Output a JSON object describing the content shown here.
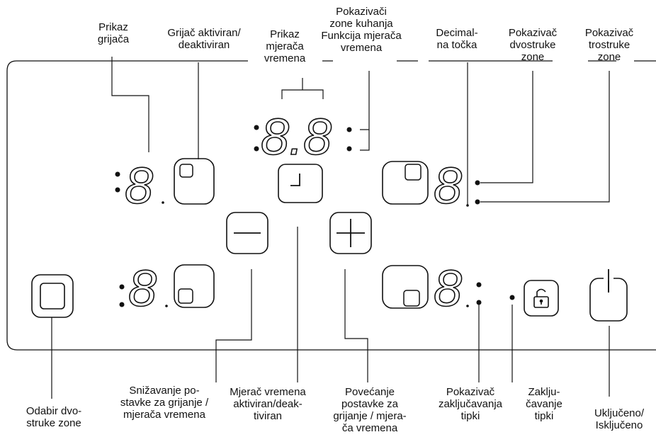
{
  "labels": {
    "prikaz_grijaca": "Prikaz\ngrijača",
    "grijac_aktiviran": "Grijač aktiviran/\ndeaktiviran",
    "prikaz_mjeraca": "Prikaz\nmjerača\nvremena",
    "pokazivaci_zone": "Pokazivači\nzone kuhanja\nFunkcija mjerača\nvremena",
    "decimalna_tocka": "Decimal-\nna točka",
    "pokazivac_dvostruke": "Pokazivač\ndvostruke\nzone",
    "pokazivac_trostruke": "Pokazivač\ntrostruke\nzone",
    "odabir_dvostruke": "Odabir dvo-\nstruke zone",
    "snizavanje": "Snižavanje po-\nstavke za grijanje /\nmjerača vremena",
    "mjerac_aktiviran": "Mjerač vremena\naktiviran/deak-\ntiviran",
    "povecanje": "Povećanje\npostavke za\ngrijanje / mjera-\nča vremena",
    "pokazivac_zakljucavanja": "Pokazivač\nzaključavanja\ntipki",
    "zakljucavanje": "Zaklju-\nčavanje\ntipki",
    "ukljuceno": "Uključeno/\nIsključeno"
  },
  "displays": {
    "timer_digits": "8.8",
    "zone_digit": "8"
  },
  "icons": {
    "minus": "minus-icon",
    "plus": "plus-icon",
    "timer": "timer-icon",
    "lock": "lock-icon",
    "power": "power-icon",
    "dual_zone": "dual-zone-select-icon"
  }
}
